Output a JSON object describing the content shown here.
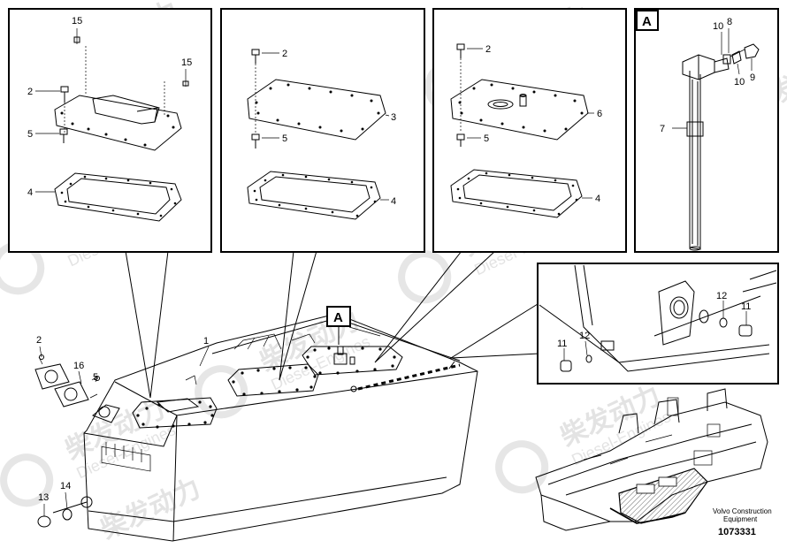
{
  "view_label": "A",
  "watermark": {
    "cn": "柴发动力",
    "en": "Diesel-Engines"
  },
  "footer": {
    "brand_line1": "Volvo Construction",
    "brand_line2": "Equipment",
    "doc_number": "1073331"
  },
  "panel1": {
    "labels": {
      "l15a": "15",
      "l15b": "15",
      "l2": "2",
      "l5": "5",
      "l4": "4"
    }
  },
  "panel2": {
    "labels": {
      "l2": "2",
      "l3": "3",
      "l5": "5",
      "l4": "4"
    }
  },
  "panel3": {
    "labels": {
      "l2": "2",
      "l6": "6",
      "l5": "5",
      "l4": "4"
    }
  },
  "panel4": {
    "labels": {
      "l10a": "10",
      "l8": "8",
      "l10b": "10",
      "l9": "9",
      "l7": "7"
    }
  },
  "panel5": {
    "labels": {
      "l12a": "12",
      "l11a": "11",
      "l11b": "11",
      "l12b": "12"
    }
  },
  "main": {
    "labels": {
      "l1": "1",
      "l2": "2",
      "l16": "16",
      "l5": "5",
      "l13": "13",
      "l14": "14"
    }
  }
}
